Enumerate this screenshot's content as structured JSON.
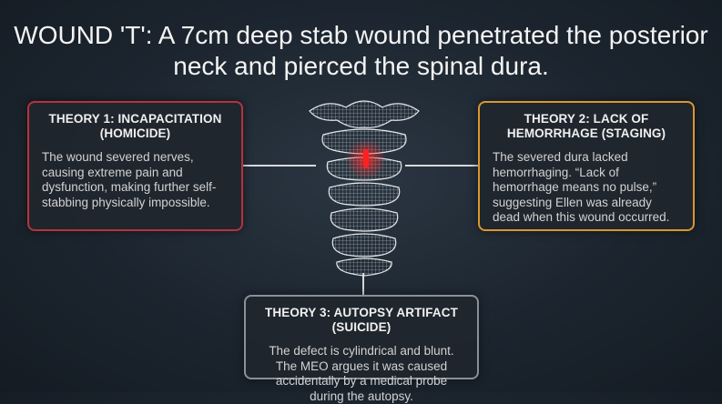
{
  "title": "WOUND 'T': A 7cm deep stab wound penetrated the posterior neck and pierced the spinal dura.",
  "theories": [
    {
      "heading": "THEORY 1: INCAPACITATION (HOMICIDE)",
      "body": "The wound severed nerves, causing extreme pain and dysfunction, making further self-stabbing physically impossible.",
      "color": "#b8323c"
    },
    {
      "heading": "THEORY 2: LACK OF HEMORRHAGE (STAGING)",
      "body": "The severed dura lacked hemorrhaging. “Lack of hemorrhage means no pulse,” suggesting Ellen was already dead when this wound occurred.",
      "color": "#d9972f"
    },
    {
      "heading": "THEORY 3: AUTOPSY ARTIFACT (SUICIDE)",
      "body": "The defect is cylindrical and blunt. The MEO argues it was caused accidentally by a medical probe during the autopsy.",
      "color": "#8a9097"
    }
  ]
}
